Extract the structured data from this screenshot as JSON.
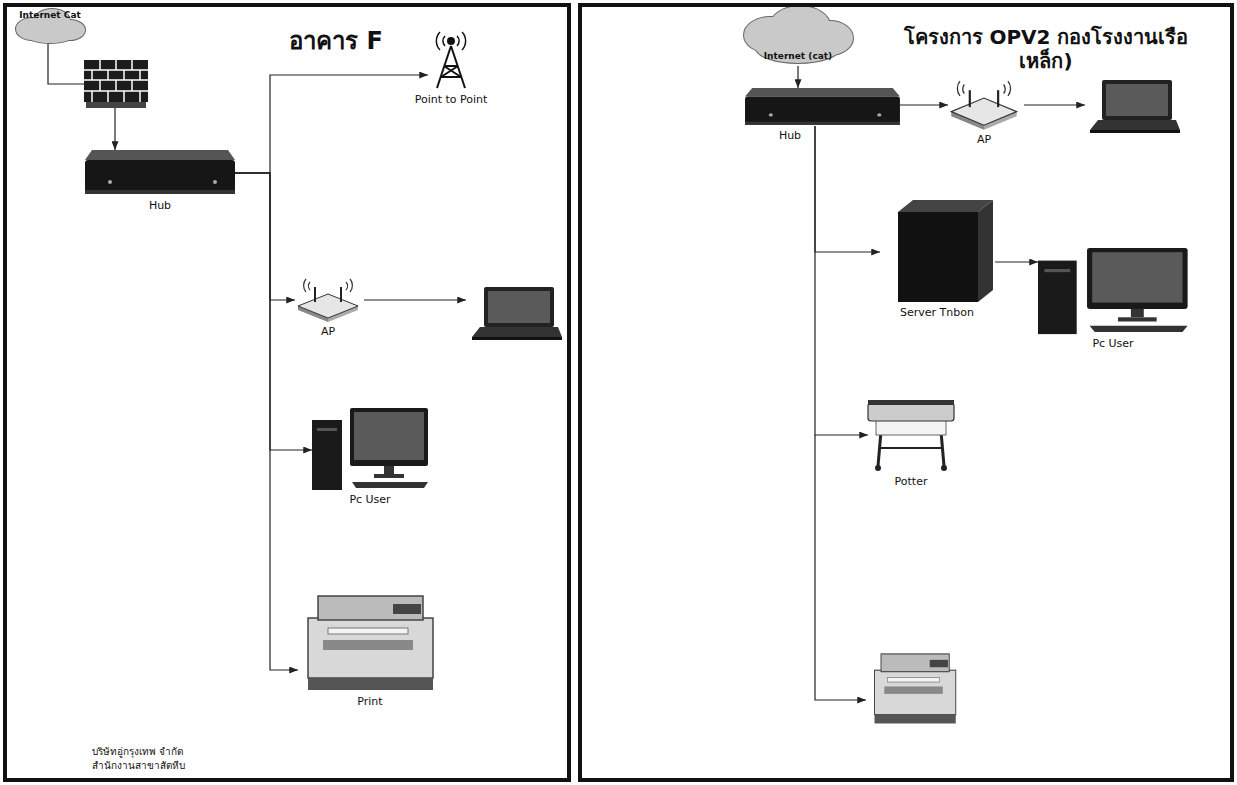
{
  "diagram": {
    "nodes": [
      {
        "text": [
          "อาคาร F"
        ]
      },
      {
        "text": [
          "Internet Cat"
        ],
        "in": 0
      },
      {
        "text": [
          "Hub"
        ],
        "in": 0
      },
      {
        "text": [
          "Point to Point"
        ],
        "in": 0
      },
      {
        "text": [
          "AP"
        ],
        "in": 0
      },
      {
        "text": [
          "Pc User"
        ],
        "in": 0
      },
      {
        "text": [
          "Print"
        ],
        "in": 0
      },
      {
        "text": [
          "โครงการ OPV2 กองโรงงานเรือเหล็ก)"
        ]
      },
      {
        "text": [
          "Internet (cat)"
        ],
        "in": 7
      },
      {
        "text": [
          "Hub"
        ],
        "in": 7
      },
      {
        "text": [
          "AP"
        ],
        "in": 7
      },
      {
        "text": [
          "Server Tnbon"
        ],
        "in": 7
      },
      {
        "text": [
          "Pc User"
        ],
        "in": 7
      },
      {
        "text": [
          "Potter"
        ],
        "in": 7
      }
    ],
    "edges": [
      {
        "from": 1,
        "to": 2,
        "arrow": "to"
      },
      {
        "from": 2,
        "to": 3,
        "arrow": "to"
      },
      {
        "from": 2,
        "to": 4,
        "arrow": "to"
      },
      {
        "from": 2,
        "to": 5,
        "arrow": "to"
      },
      {
        "from": 2,
        "to": 6,
        "arrow": "to"
      },
      {
        "from": 8,
        "to": 9,
        "arrow": "to"
      },
      {
        "from": 9,
        "to": 10,
        "arrow": "to"
      },
      {
        "from": 9,
        "to": 11,
        "arrow": "to"
      },
      {
        "from": 11,
        "to": 12,
        "arrow": "to"
      },
      {
        "from": 9,
        "to": 13,
        "arrow": "to"
      }
    ],
    "labels": [
      "บริษัทอู่กรุงเทพ จำกัด",
      "สำนักงานสาขาสัตหีบ"
    ]
  }
}
